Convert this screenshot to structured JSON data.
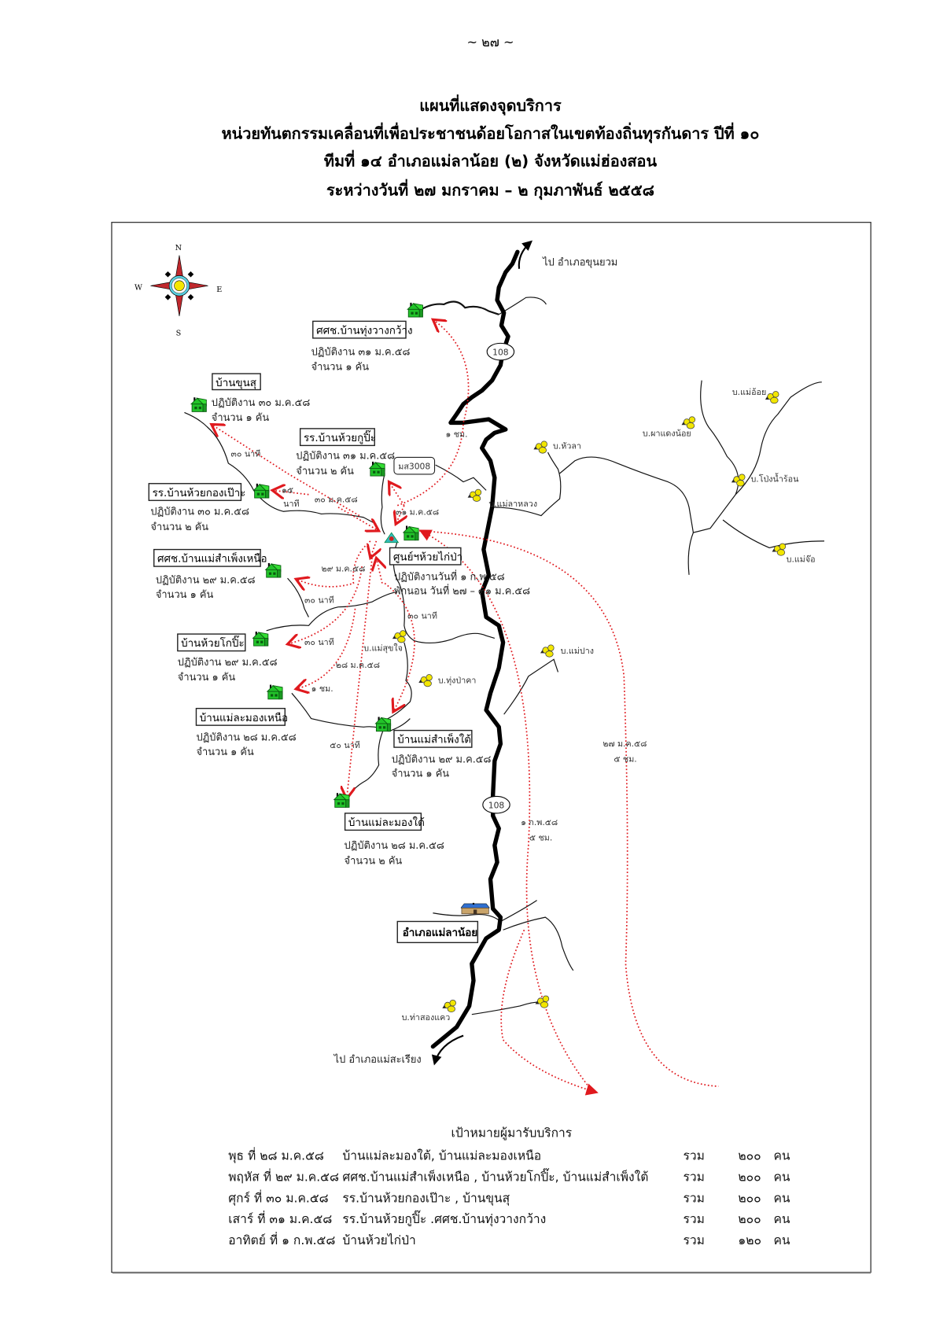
{
  "header": {
    "page_number": "~ ๒๗ ~",
    "title_lines": [
      "แผนที่แสดงจุดบริการ",
      "หน่วยทันตกรรมเคลื่อนที่เพื่อประชาชนด้อยโอกาสในเขตท้องถิ่นทุรกันดาร  ปีที่ ๑๐",
      "ทีมที่ ๑๔   อำเภอแม่ลาน้อย (๒)   จังหวัดแม่ฮ่องสอน",
      "ระหว่างวันที่ ๒๗ มกราคม – ๒ กุมภาพันธ์ ๒๕๕๘"
    ]
  },
  "map": {
    "compass": {
      "n": "N",
      "s": "S",
      "e": "E",
      "w": "W"
    },
    "road_number": "108",
    "road_code": "มส3008",
    "to_north": "ไป อำเภอขุนยวม",
    "to_south": "ไป อำเภอแม่สะเรียง",
    "district_office": "อำเภอแม่ลาน้อย",
    "center": {
      "name": "ศูนย์ฯห้วยไก่ป่า",
      "line1": "ปฏิบัติงานวันที่ ๑ ก.พ.๕๘",
      "line2": "พักนอน วันที่ ๒๗ – ๓๑ ม.ค.๕๘"
    },
    "service_points": [
      {
        "name": "ศศช.บ้านทุ่งวางกว้าง",
        "line1": "ปฏิบัติงาน ๓๑ ม.ค.๕๘",
        "line2": "จำนวน ๑ คัน"
      },
      {
        "name": "บ้านขุนสุ",
        "line1": "ปฏิบัติงาน ๓๐ ม.ค.๕๘",
        "line2": "จำนวน ๑ คัน"
      },
      {
        "name": "รร.บ้านห้วยกูปิ๊ะ",
        "line1": "ปฏิบัติงาน ๓๑ ม.ค.๕๘",
        "line2": "จำนวน ๒ คัน"
      },
      {
        "name": "รร.บ้านห้วยกองเป๊าะ",
        "line1": "ปฏิบัติงาน ๓๐ ม.ค.๕๘",
        "line2": "จำนวน ๒ คัน"
      },
      {
        "name": "ศศช.บ้านแม่สำเพ็งเหนือ",
        "line1": "ปฏิบัติงาน ๒๙ ม.ค.๕๘",
        "line2": "จำนวน ๑ คัน"
      },
      {
        "name": "บ้านห้วยโกปิ๊ะ",
        "line1": "ปฏิบัติงาน ๒๙ ม.ค.๕๘",
        "line2": "จำนวน ๑ คัน"
      },
      {
        "name": "บ้านแม่ละมองเหนือ",
        "line1": "ปฏิบัติงาน ๒๘ ม.ค.๕๘",
        "line2": "จำนวน ๑ คัน"
      },
      {
        "name": "บ้านแม่สำเพ็งใต้",
        "line1": "ปฏิบัติงาน ๒๙ ม.ค.๕๘",
        "line2": "จำนวน ๑ คัน"
      },
      {
        "name": "บ้านแม่ละมองใต้",
        "line1": "ปฏิบัติงาน ๒๘ ม.ค.๕๘",
        "line2": "จำนวน ๒ คัน"
      }
    ],
    "villages": [
      "บ.แม่ลาหลวง",
      "บ.หัวลา",
      "บ.ผาแดงน้อย",
      "บ.แม่อ้อย",
      "บ.โป่งน้ำร้อน",
      "บ.แม่จ๊อ",
      "บ.แม่สุขใจ",
      "บ.ทุ่งป่าคา",
      "บ.แม่ปาง",
      "บ.ท่าสองแคว"
    ],
    "route_labels": [
      "๓๐ นาที",
      "๑๕",
      "นาที",
      "๓๐ ม.ค.๕๘",
      "๑ ชม.",
      "๓๑ ม.ค.๕๘",
      "๒๙ ม.ค.๕๘",
      "๓๐ นาที",
      "๓๐ นาที",
      "๓๐ นาที",
      "๒๘ ม.ค.๕๘",
      "๑ ชม.",
      "๕๐ นาที",
      "๒๗ ม.ค.๕๘",
      "๕ ชม.",
      "๑ ก.พ.๕๘",
      "๕ ชม."
    ]
  },
  "targets": {
    "title": "เป้าหมายผู้มารับบริการ",
    "rows": [
      {
        "day": "พุธ ที่ ๒๘ ม.ค.๕๘",
        "places": "บ้านแม่ละมองใต้, บ้านแม่ละมองเหนือ",
        "total_label": "รวม",
        "count": "๒๐๐",
        "unit": "คน"
      },
      {
        "day": "พฤหัส ที่ ๒๙ ม.ค.๕๘",
        "places": "ศศช.บ้านแม่สำเพ็งเหนือ , บ้านห้วยโกปิ๊ะ, บ้านแม่สำเพ็งใต้",
        "total_label": "รวม",
        "count": "๒๐๐",
        "unit": "คน"
      },
      {
        "day": "ศุกร์ ที่ ๓๐ ม.ค.๕๘",
        "places": "รร.บ้านห้วยกองเป๊าะ , บ้านขุนสุ",
        "total_label": "รวม",
        "count": "๒๐๐",
        "unit": "คน"
      },
      {
        "day": "เสาร์ ที่ ๓๑ ม.ค.๕๘",
        "places": "รร.บ้านห้วยกูปิ๊ะ .ศศช.บ้านทุ่งวางกว้าง",
        "total_label": "รวม",
        "count": "๒๐๐",
        "unit": "คน"
      },
      {
        "day": "อาทิตย์ ที่ ๑ ก.พ.๕๘",
        "places": "บ้านห้วยไก่ป่า",
        "total_label": "รวม",
        "count": "๑๒๐",
        "unit": "คน"
      }
    ]
  }
}
